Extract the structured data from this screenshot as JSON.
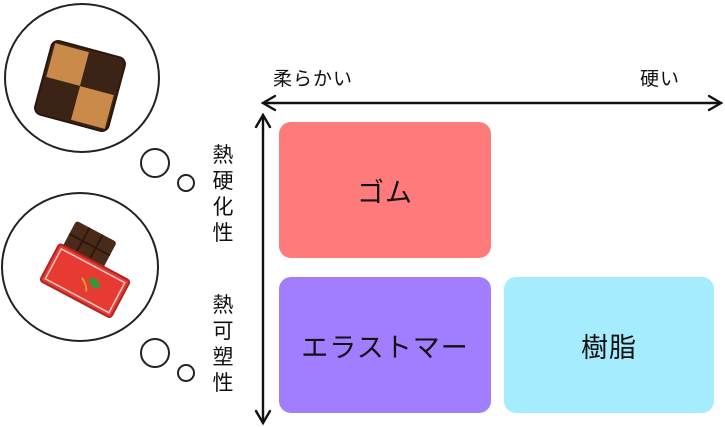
{
  "axes": {
    "x_left_label": "柔らかい",
    "x_right_label": "硬い"
  },
  "rows": {
    "top_label": "熱硬化性",
    "bottom_label": "熱可塑性"
  },
  "cells": {
    "rubber": "ゴム",
    "elastomer": "エラストマー",
    "resin": "樹脂"
  },
  "colors": {
    "rubber": "#ff7b7b",
    "elastomer": "#a17eff",
    "resin": "#a6ecff"
  },
  "icons": {
    "top_bubble": "checkerboard-cookie-icon",
    "bottom_bubble": "chocolate-bar-icon"
  }
}
